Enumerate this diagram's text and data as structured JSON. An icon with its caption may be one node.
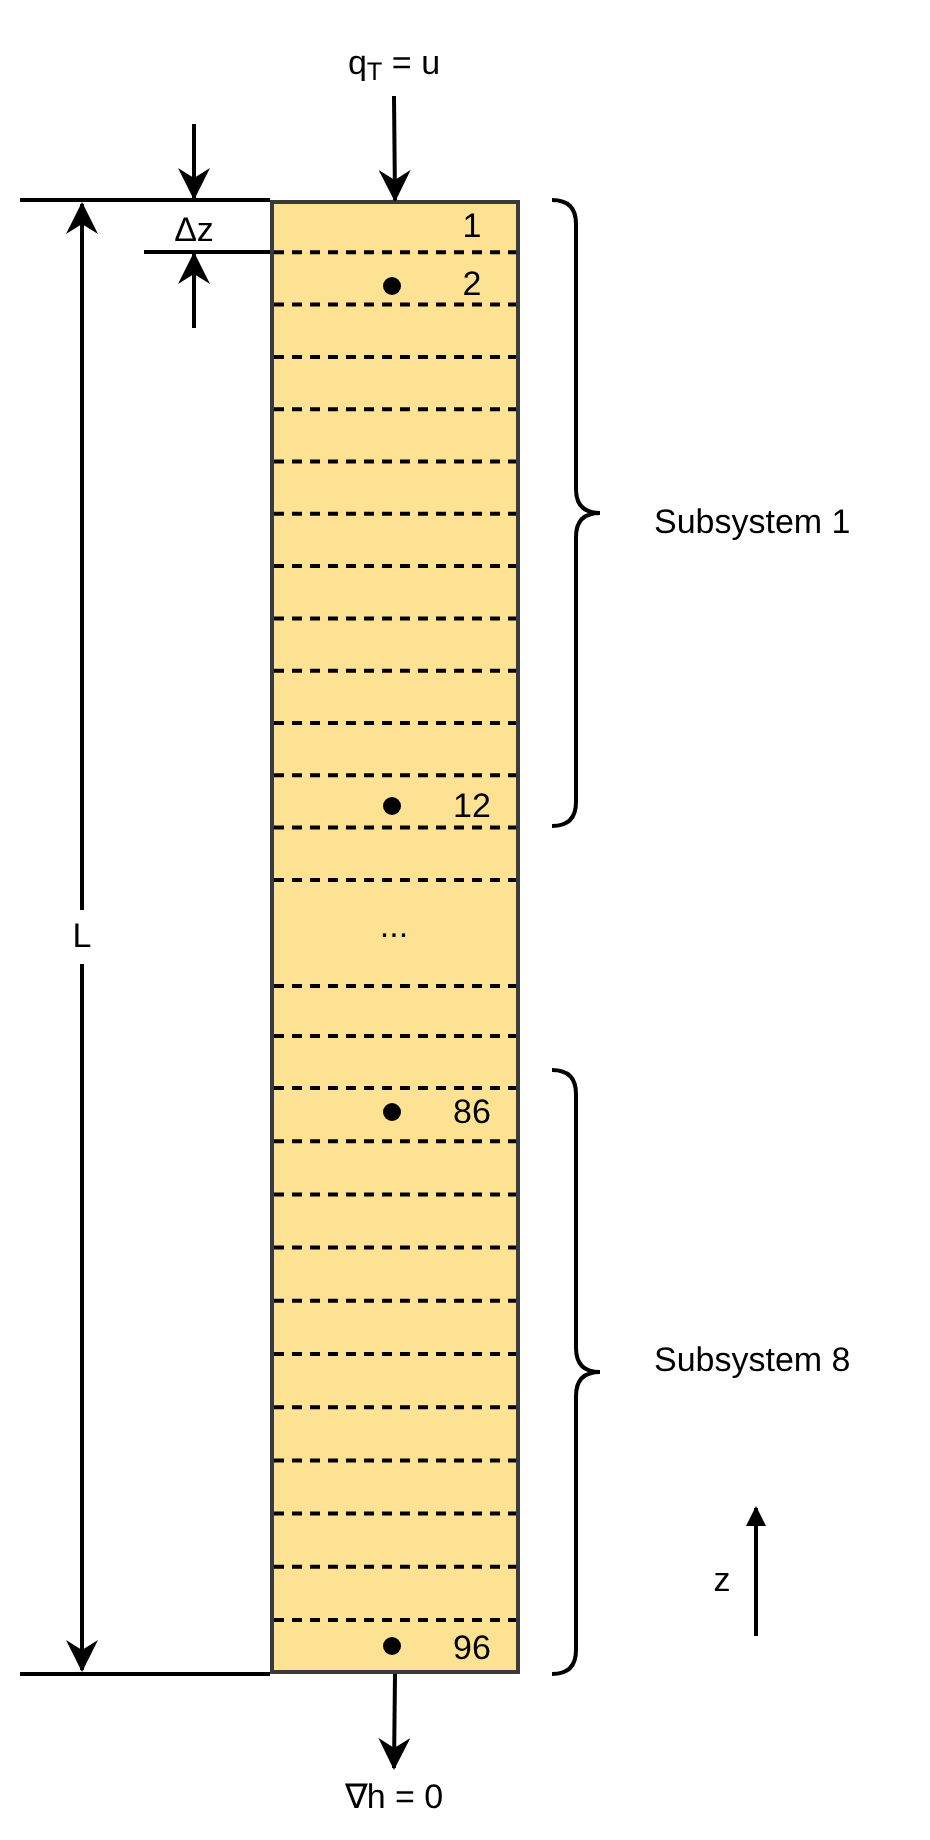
{
  "diagram": {
    "nodes": [
      {
        "text": [],
        "shape": "box"
      },
      {
        "text": [
          "q$_{T}$ = u"
        ]
      },
      {
        "text": [
          "∇h = 0"
        ]
      }
    ],
    "edges": [
      {
        "from": 1,
        "to": 0,
        "arrow": "to"
      },
      {
        "from": 0,
        "to": 2,
        "arrow": "to"
      }
    ],
    "labels": [
      "Δz",
      "1",
      "2",
      "Subsystem 1",
      "L",
      "12",
      "...",
      "86",
      "Subsystem 8",
      "z",
      "96"
    ]
  }
}
